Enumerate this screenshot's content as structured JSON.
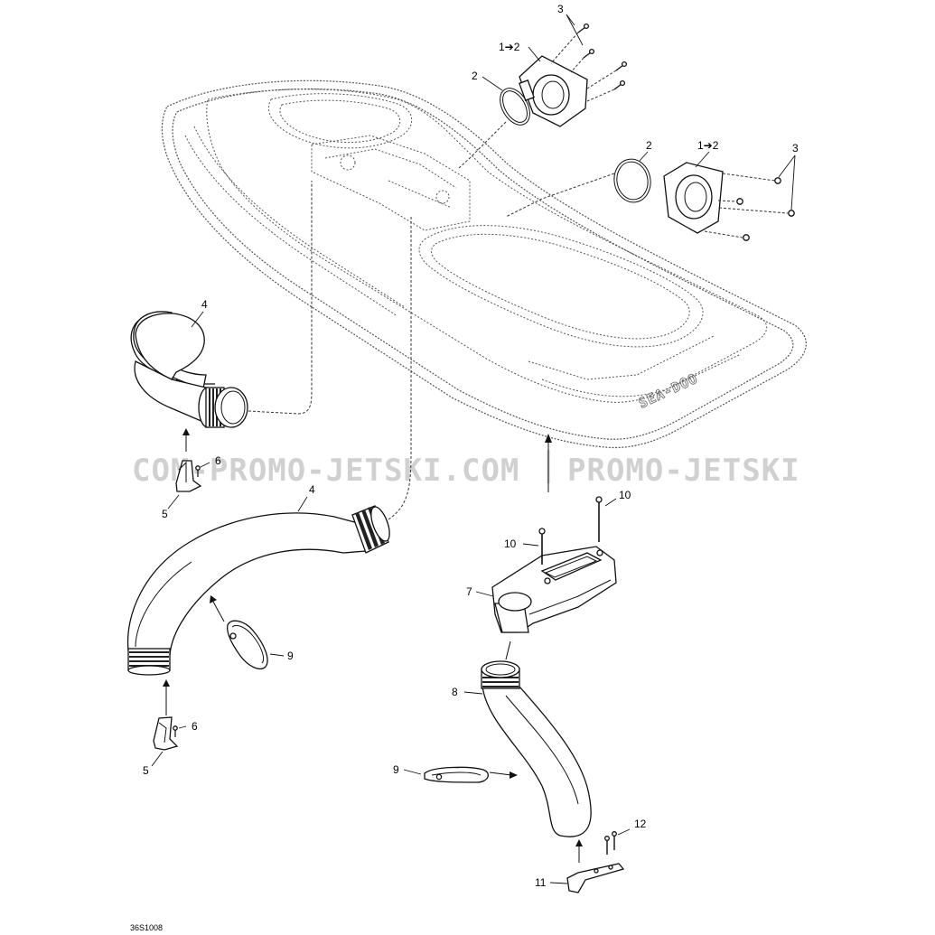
{
  "diagram": {
    "watermark_left": "COM-PROMO-JETSKI.COM",
    "watermark_right": "PROMO-JETSKI",
    "drawing_code": "36S1008",
    "hull_logo": "SEA-DOO",
    "callouts": {
      "c1_top": "1➔2",
      "c2_top": "2",
      "c3_top": "3",
      "c1_right": "1➔2",
      "c2_right": "2",
      "c3_right": "3",
      "c4_upper": "4",
      "c4_lower": "4",
      "c5_upper": "5",
      "c6_upper": "6",
      "c5_lower": "5",
      "c6_lower": "6",
      "c7": "7",
      "c8": "8",
      "c9_left": "9",
      "c9_right": "9",
      "c10_left": "10",
      "c10_right": "10",
      "c11": "11",
      "c12": "12"
    }
  }
}
